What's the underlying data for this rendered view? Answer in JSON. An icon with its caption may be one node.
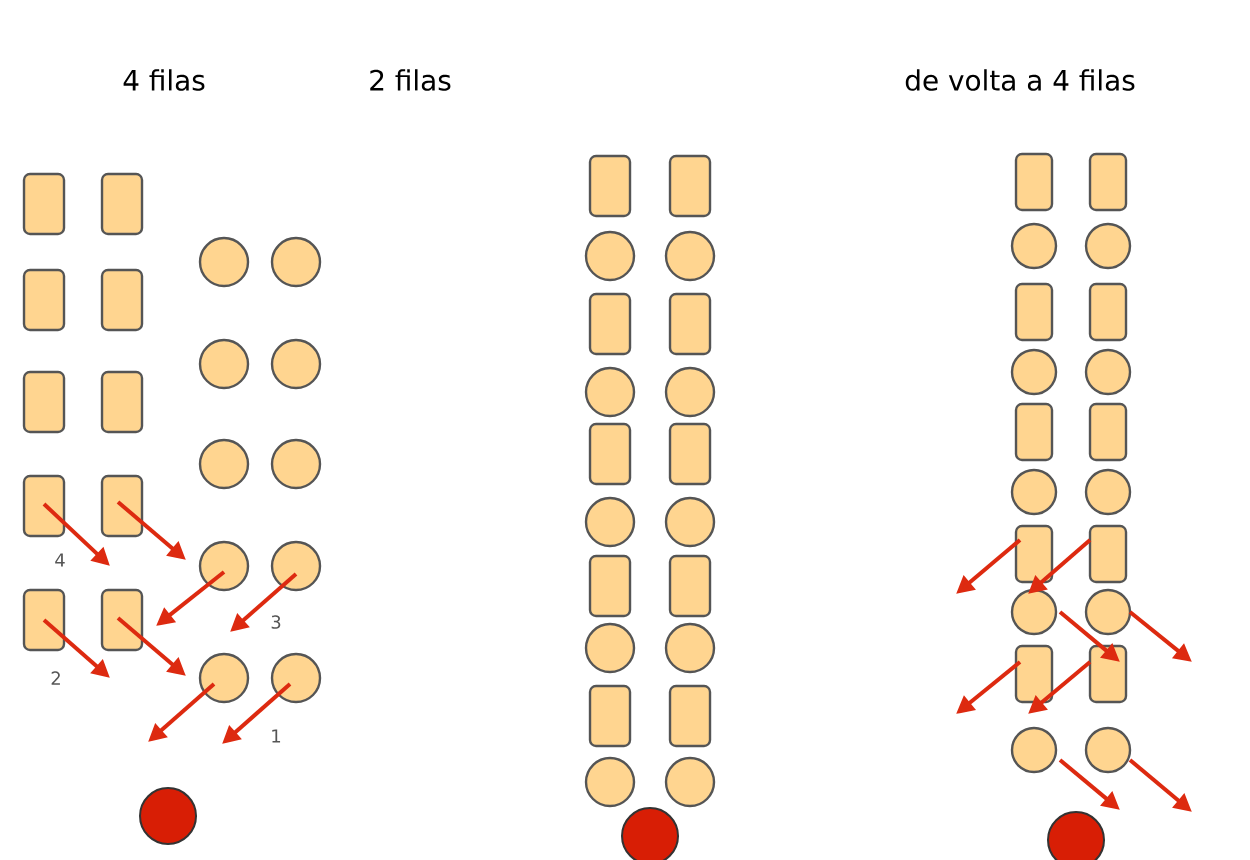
{
  "diagram": {
    "labels": [
      "4 filas",
      "2 filas",
      "de volta a 4 filas",
      "4",
      "3",
      "2",
      "1"
    ]
  }
}
